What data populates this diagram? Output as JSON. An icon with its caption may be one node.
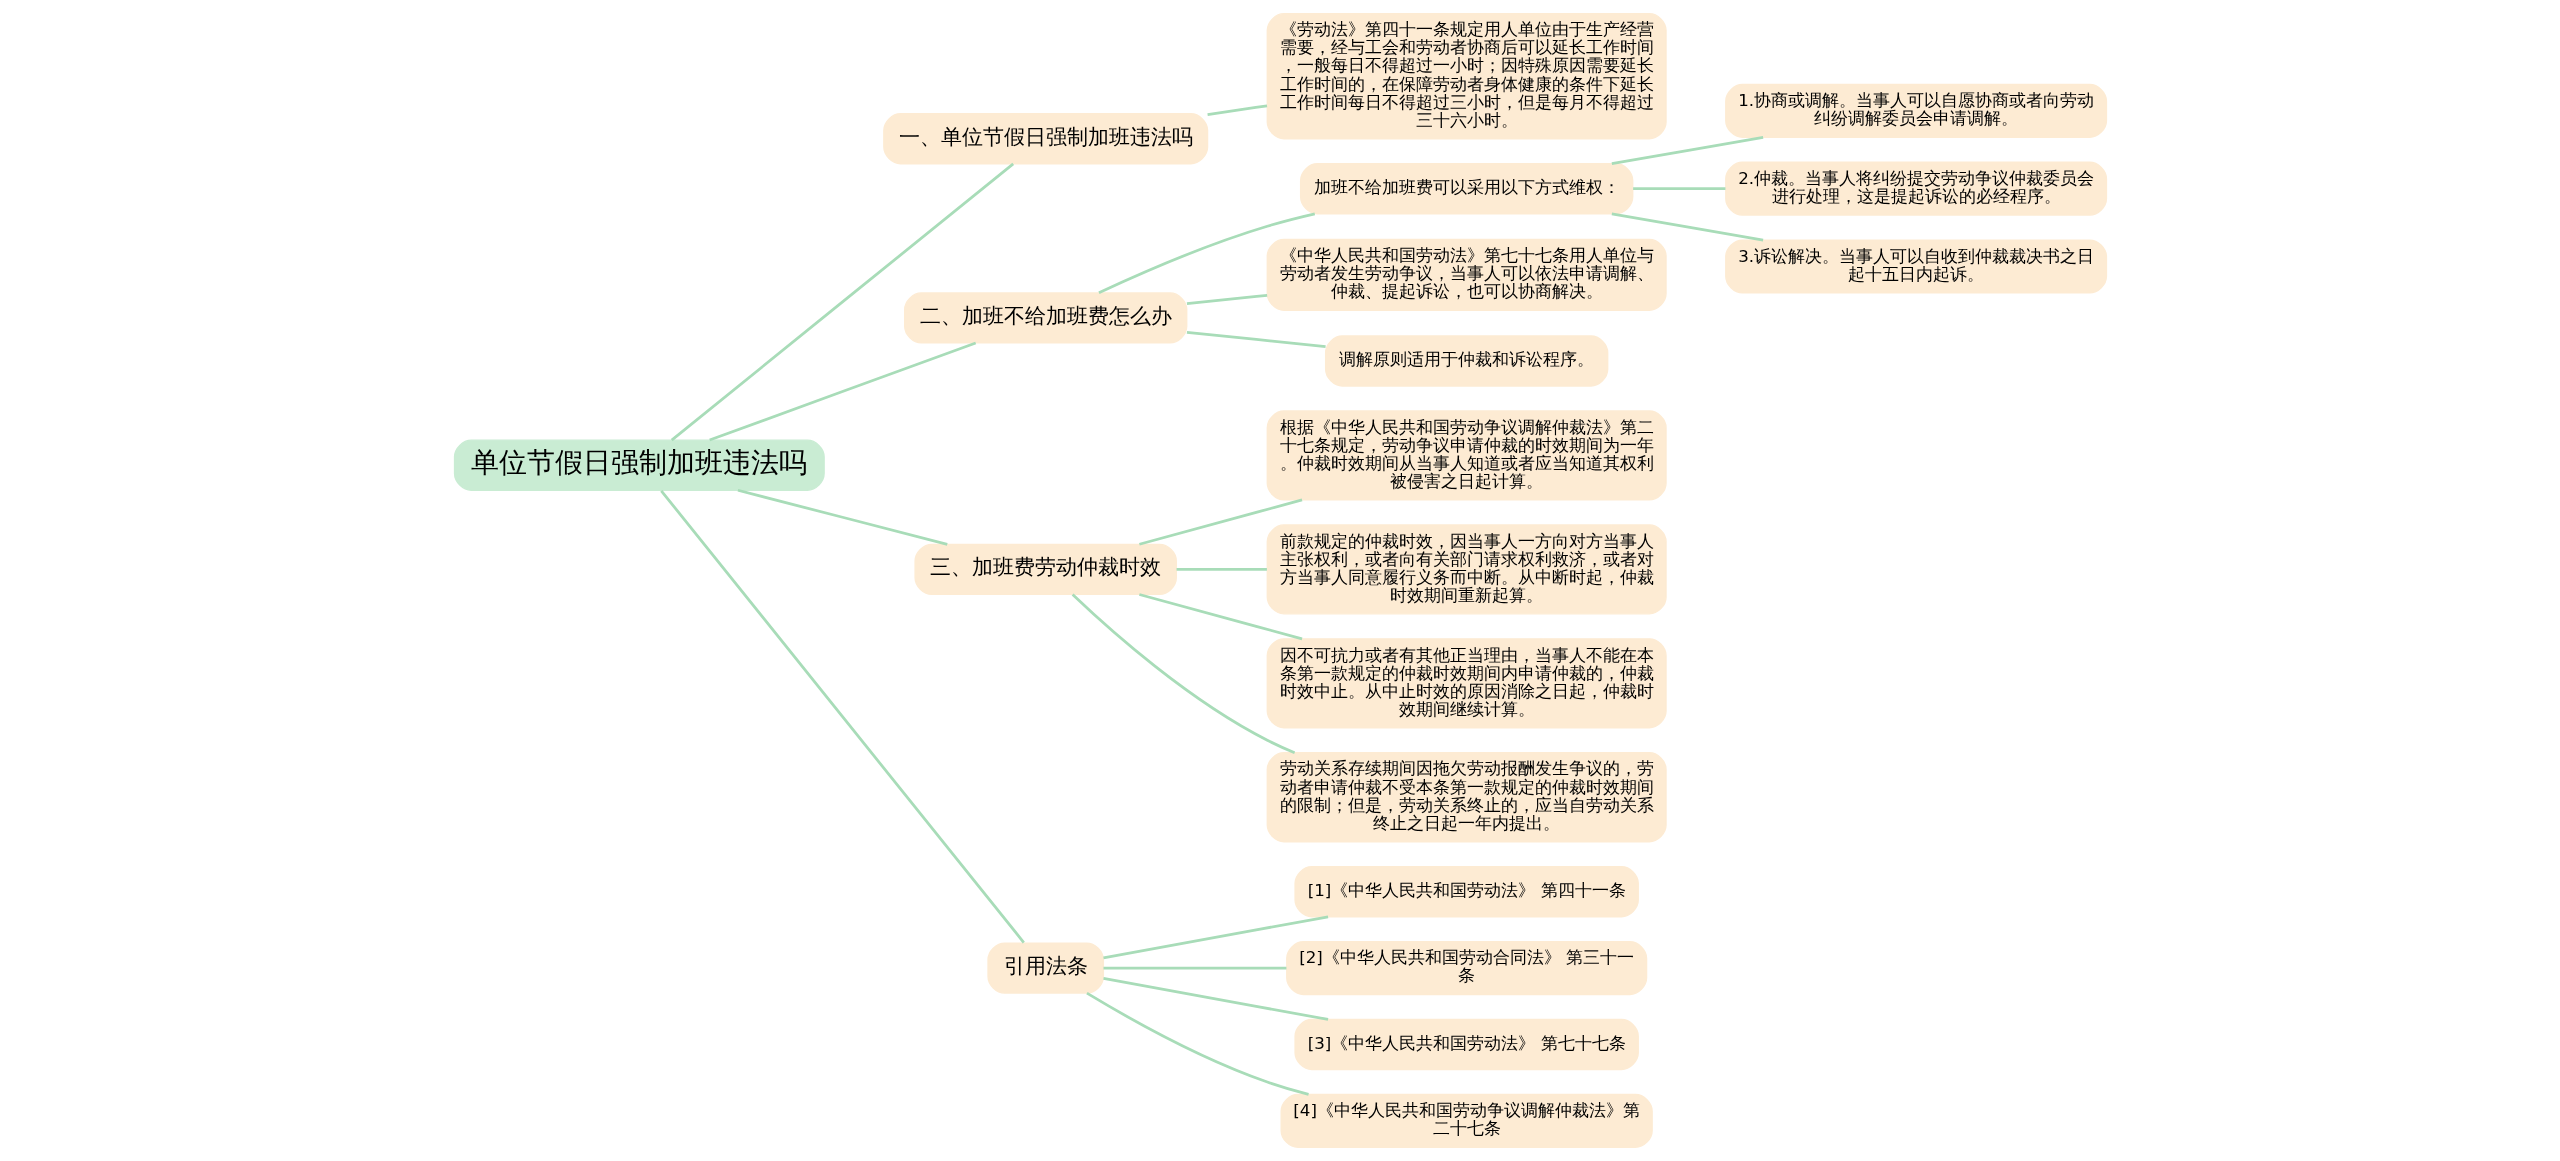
{
  "diagram": {
    "nodes": [
      {
        "text": [
          "单位节假日强制加班违法吗"
        ]
      },
      {
        "text": [
          "一、单位节假日强制加班违法吗"
        ]
      },
      {
        "text": [
          "《劳动法》第四十一条规定用人单位由于生产经营需要，经与工会和劳动者协商后可以延长工作时间，一般每日不得超过一小时；因特殊原因需要延长工作时间的，在保障劳动者身体健康的条件下延长工作时间每日不得超过三小时，但是每月不得超过三十六小时。"
        ]
      },
      {
        "text": [
          "二、加班不给加班费怎么办"
        ]
      },
      {
        "text": [
          "加班不给加班费可以采用以下方式维权："
        ]
      },
      {
        "text": [
          "1.协商或调解。当事人可以自愿协商或者向劳动纠纷调解委员会申请调解。"
        ]
      },
      {
        "text": [
          "2.仲裁。当事人将纠纷提交劳动争议仲裁委员会进行处理，这是提起诉讼的必经程序。"
        ]
      },
      {
        "text": [
          "3.诉讼解决。当事人可以自收到仲裁裁决书之日起十五日内起诉。"
        ]
      },
      {
        "text": [
          "《中华人民共和国劳动法》第七十七条用人单位与劳动者发生劳动争议，当事人可以依法申请调解、仲裁、提起诉讼，也可以协商解决。"
        ]
      },
      {
        "text": [
          "调解原则适用于仲裁和诉讼程序。"
        ]
      },
      {
        "text": [
          "三、加班费劳动仲裁时效"
        ]
      },
      {
        "text": [
          "根据《中华人民共和国劳动争议调解仲裁法》第二十七条规定，劳动争议申请仲裁的时效期间为一年。仲裁时效期间从当事人知道或者应当知道其权利被侵害之日起计算。"
        ]
      },
      {
        "text": [
          "前款规定的仲裁时效，因当事人一方向对方当事人主张权利，或者向有关部门请求权利救济，或者对方当事人同意履行义务而中断。从中断时起，仲裁时效期间重新起算。"
        ]
      },
      {
        "text": [
          "因不可抗力或者有其他正当理由，当事人不能在本条第一款规定的仲裁时效期间内申请仲裁的，仲裁时效中止。从中止时效的原因消除之日起，仲裁时效期间继续计算。"
        ]
      },
      {
        "text": [
          "劳动关系存续期间因拖欠劳动报酬发生争议的，劳动者申请仲裁不受本条第一款规定的仲裁时效期间的限制；但是，劳动关系终止的，应当自劳动关系终止之日起一年内提出。"
        ]
      },
      {
        "text": [
          "引用法条"
        ]
      },
      {
        "text": [
          "[1]《中华人民共和国劳动法》 第四十一条"
        ]
      },
      {
        "text": [
          "[2]《中华人民共和国劳动合同法》 第三十一条"
        ]
      },
      {
        "text": [
          "[3]《中华人民共和国劳动法》 第七十七条"
        ]
      },
      {
        "text": [
          "[4]《中华人民共和国劳动争议调解仲裁法》第二十七条"
        ]
      }
    ],
    "edges": [
      {
        "from": 0,
        "to": 1,
        "arrow": "none"
      },
      {
        "from": 1,
        "to": 2,
        "arrow": "none"
      },
      {
        "from": 0,
        "to": 3,
        "arrow": "none"
      },
      {
        "from": 3,
        "to": 4,
        "arrow": "none"
      },
      {
        "from": 4,
        "to": 5,
        "arrow": "none"
      },
      {
        "from": 4,
        "to": 6,
        "arrow": "none"
      },
      {
        "from": 4,
        "to": 7,
        "arrow": "none"
      },
      {
        "from": 3,
        "to": 8,
        "arrow": "none"
      },
      {
        "from": 3,
        "to": 9,
        "arrow": "none"
      },
      {
        "from": 0,
        "to": 10,
        "arrow": "none"
      },
      {
        "from": 10,
        "to": 11,
        "arrow": "none"
      },
      {
        "from": 10,
        "to": 12,
        "arrow": "none"
      },
      {
        "from": 10,
        "to": 13,
        "arrow": "none"
      },
      {
        "from": 10,
        "to": 14,
        "arrow": "none"
      },
      {
        "from": 0,
        "to": 15,
        "arrow": "none"
      },
      {
        "from": 15,
        "to": 16,
        "arrow": "none"
      },
      {
        "from": 15,
        "to": 17,
        "arrow": "none"
      },
      {
        "from": 15,
        "to": 18,
        "arrow": "none"
      },
      {
        "from": 15,
        "to": 19,
        "arrow": "none"
      }
    ]
  }
}
